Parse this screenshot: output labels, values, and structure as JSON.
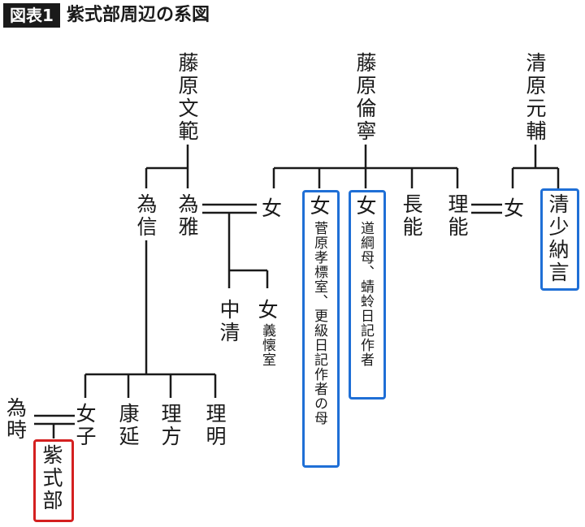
{
  "header": {
    "tag": "図表1",
    "title": "紫式部周辺の系図"
  },
  "people": {
    "fujiwara_fuminori": "藤原文範",
    "fujiwara_tomoyasu": "藤原倫寧",
    "kiyohara_motosuke": "清原元輔",
    "tamenobu": "為信",
    "tamemasa": "為雅",
    "tamemasa_wife": "女",
    "sugawara_daughter_label": "女",
    "sugawara_daughter_note": "菅原孝標室、更級日記作者の母",
    "michitsuna_mother_label": "女",
    "michitsuna_mother_note": "道綱母、蜻蛉日記作者",
    "nagayoshi": "長能",
    "masayoshi": "理能",
    "masayoshi_wife": "女",
    "sei_shonagon": "清少納言",
    "chusei": "中清",
    "daughter_label": "女",
    "daughter_note": "義懐室",
    "tametoki": "為時",
    "tamenobu_daughter": "女子",
    "yasunobu": "康延",
    "masakata": "理方",
    "masaakira": "理明",
    "murasaki_shikibu": "紫式部"
  },
  "colors": {
    "highlight_blue": "#1f6fd6",
    "highlight_red": "#d42020",
    "line": "#1a1a1a"
  }
}
